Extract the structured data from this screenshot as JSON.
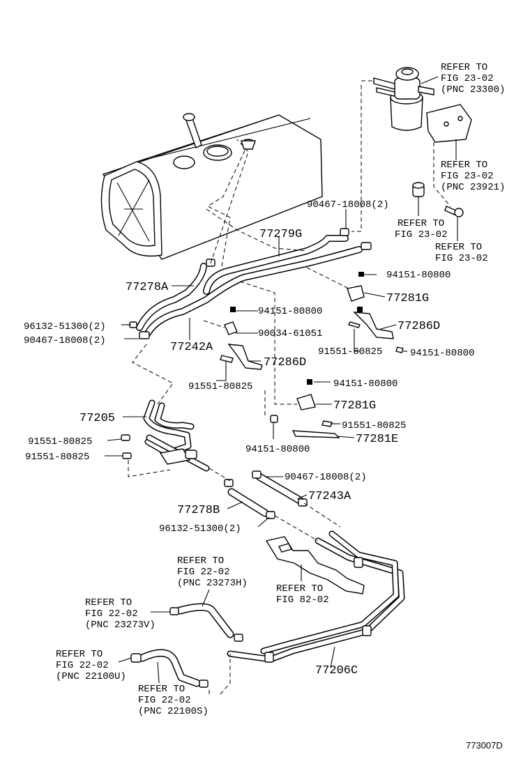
{
  "labels": {
    "refer_2330": [
      "REFER TO",
      "FIG 23-02",
      "(PNC 23300)"
    ],
    "refer_23921": [
      "REFER TO",
      "FIG 23-02",
      "(PNC 23921)"
    ],
    "refer_2302_a": [
      "REFER TO",
      "FIG 23-02"
    ],
    "refer_2302_b": [
      "REFER TO",
      "FIG 23-02"
    ],
    "p90467_top": "90467-18008(2)",
    "p77279g": "77279G",
    "p94151_a": "94151-80800",
    "p77278a": "77278A",
    "p77281g_a": "77281G",
    "p94151_b": "94151-80800",
    "p96132_left": "96132-51300(2)",
    "p90034": "90034-61051",
    "p77286d_right": "77286D",
    "p90467_left": "90467-18008(2)",
    "p77242a": "77242A",
    "p91551_a": "91551-80825",
    "p94151_c": "94151-80800",
    "p77286d_mid": "77286D",
    "p91551_b": "91551-80825",
    "p94151_d": "94151-80800",
    "p77281g_b": "77281G",
    "p77205": "77205",
    "p91551_c": "91551-80825",
    "p91551_d": "91551-80825",
    "p77281e": "77281E",
    "p91551_e": "91551-80825",
    "p94151_e": "94151-80800",
    "p90467_mid": "90467-18008(2)",
    "p77243a": "77243A",
    "p77278b": "77278B",
    "p96132_mid": "96132-51300(2)",
    "refer_23273h": [
      "REFER TO",
      "FIG 22-02",
      "(PNC 23273H)"
    ],
    "refer_8202": [
      "REFER TO",
      "FIG 82-02"
    ],
    "refer_23273v": [
      "REFER TO",
      "FIG 22-02",
      "(PNC 23273V)"
    ],
    "refer_22100u": [
      "REFER TO",
      "FIG 22-02",
      "(PNC 22100U)"
    ],
    "p77206c": "77206C",
    "refer_22100s": [
      "REFER TO",
      "FIG 22-02",
      "(PNC 22100S)"
    ],
    "figure_id": "773007D"
  }
}
